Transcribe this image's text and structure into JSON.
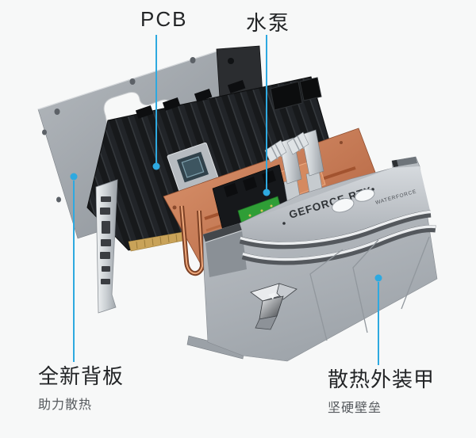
{
  "scene": {
    "background_color": "#f7f8f8",
    "accent_color": "#2ea9e0",
    "backplate_color": "#9aa0a6",
    "pcb_color": "#202225",
    "coldplate_color": "#c87a52",
    "shroud_color": "#b5bac0"
  },
  "callouts": {
    "pcb": {
      "label": "PCB"
    },
    "pump": {
      "label": "水泵"
    },
    "backplate": {
      "title": "全新背板",
      "subtitle": "助力散热"
    },
    "armor": {
      "title": "散热外装甲",
      "subtitle": "坚硬壁垒"
    }
  },
  "card_art": {
    "shroud_brand_text": "GEFORCE RTX",
    "shroud_side_text": "WATERFORCE"
  }
}
